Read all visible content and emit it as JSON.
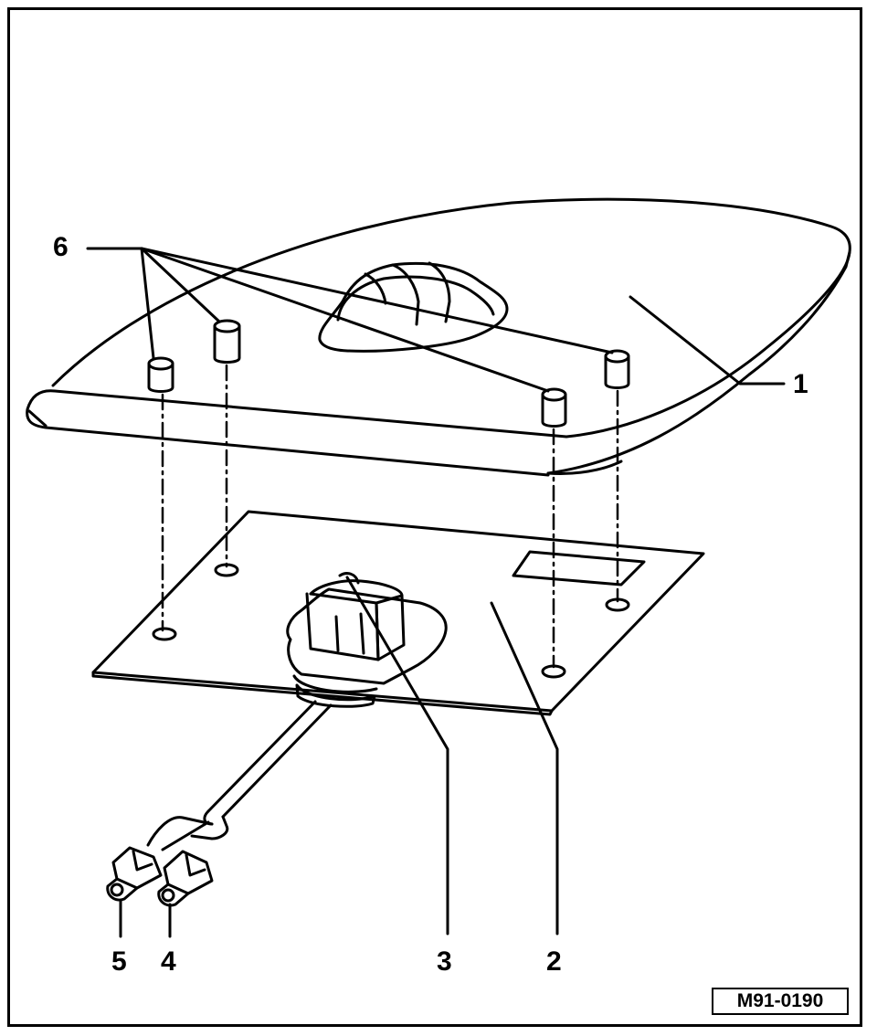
{
  "figure": {
    "code": "M91-0190",
    "line_color": "#000000",
    "background": "#ffffff"
  },
  "callouts": [
    {
      "id": "1",
      "label": "1"
    },
    {
      "id": "2",
      "label": "2"
    },
    {
      "id": "3",
      "label": "3"
    },
    {
      "id": "4",
      "label": "4"
    },
    {
      "id": "5",
      "label": "5"
    },
    {
      "id": "6",
      "label": "6"
    }
  ]
}
